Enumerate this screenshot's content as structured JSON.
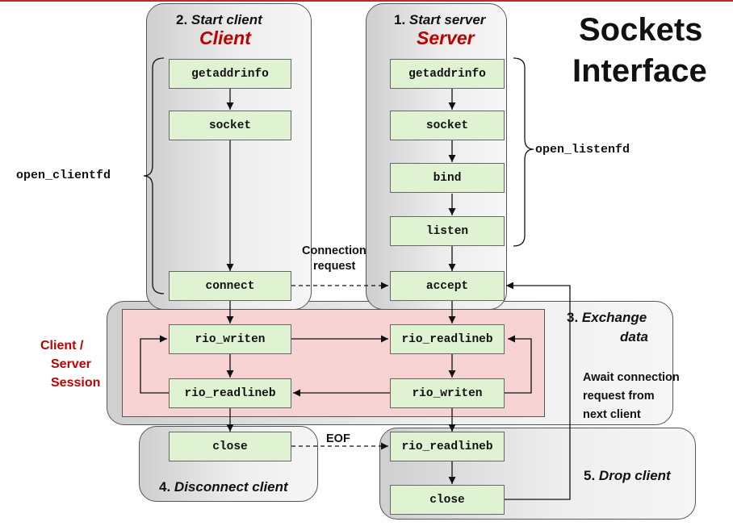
{
  "title": {
    "line1": "Sockets",
    "line2": "Interface"
  },
  "client": {
    "step_num": "2.",
    "step_name": "Start client",
    "role": "Client",
    "bracket_label": "open_clientfd",
    "boxes": {
      "getaddrinfo": "getaddrinfo",
      "socket": "socket",
      "connect": "connect"
    }
  },
  "server": {
    "step_num": "1.",
    "step_name": "Start server",
    "role": "Server",
    "bracket_label": "open_listenfd",
    "boxes": {
      "getaddrinfo": "getaddrinfo",
      "socket": "socket",
      "bind": "bind",
      "listen": "listen",
      "accept": "accept"
    }
  },
  "connection_request": {
    "line1": "Connection",
    "line2": "request"
  },
  "exchange": {
    "step_num": "3.",
    "step_line1": "Exchange",
    "step_line2": "data",
    "session_label": [
      "Client /",
      "Server",
      "Session"
    ],
    "client_write": "rio_writen",
    "client_read": "rio_readlineb",
    "server_read": "rio_readlineb",
    "server_write": "rio_writen"
  },
  "await_note": [
    "Await connection",
    "request from",
    "next client"
  ],
  "disconnect": {
    "step_num": "4.",
    "step_name": "Disconnect client",
    "close": "close",
    "eof": "EOF"
  },
  "drop": {
    "step_num": "5.",
    "step_name": "Drop client",
    "readline": "rio_readlineb",
    "close": "close"
  }
}
